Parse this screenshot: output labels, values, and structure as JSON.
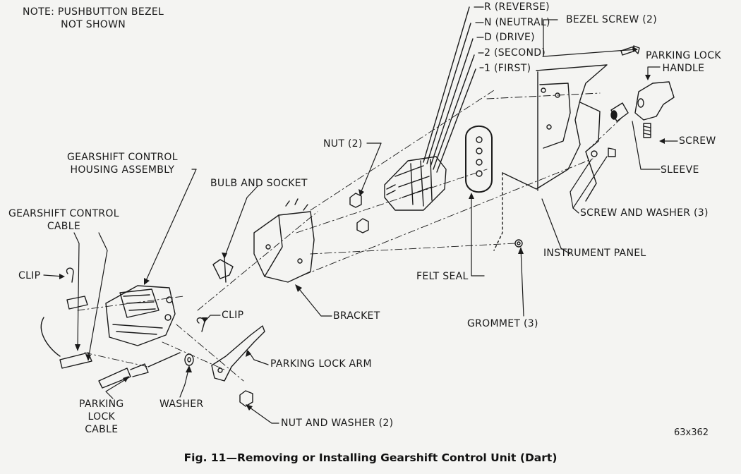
{
  "note": {
    "line1": "NOTE: PUSHBUTTON BEZEL",
    "line2": "NOT SHOWN"
  },
  "labels": {
    "reverse": "R (REVERSE)",
    "neutral": "N (NEUTRAL)",
    "drive": "D (DRIVE)",
    "second": "2 (SECOND)",
    "first": "1 (FIRST)",
    "bezel_screw": "BEZEL SCREW (2)",
    "parking_lock_handle_1": "PARKING LOCK",
    "parking_lock_handle_2": "HANDLE",
    "screw": "SCREW",
    "sleeve": "SLEEVE",
    "screw_and_washer": "SCREW AND WASHER (3)",
    "instrument_panel": "INSTRUMENT PANEL",
    "nut": "NUT (2)",
    "gearshift_housing_1": "GEARSHIFT CONTROL",
    "gearshift_housing_2": "HOUSING ASSEMBLY",
    "bulb_and_socket": "BULB AND SOCKET",
    "gearshift_cable_1": "GEARSHIFT CONTROL",
    "gearshift_cable_2": "CABLE",
    "clip_left": "CLIP",
    "clip_right": "CLIP",
    "felt_seal": "FELT SEAL",
    "grommet": "GROMMET (3)",
    "bracket": "BRACKET",
    "parking_lock_arm": "PARKING LOCK ARM",
    "parking_lock_cable_1": "PARKING",
    "parking_lock_cable_2": "LOCK",
    "parking_lock_cable_3": "CABLE",
    "washer": "WASHER",
    "nut_and_washer": "NUT AND WASHER (2)"
  },
  "figure_number": "63x362",
  "caption": "Fig. 11—Removing or Installing Gearshift Control Unit (Dart)"
}
